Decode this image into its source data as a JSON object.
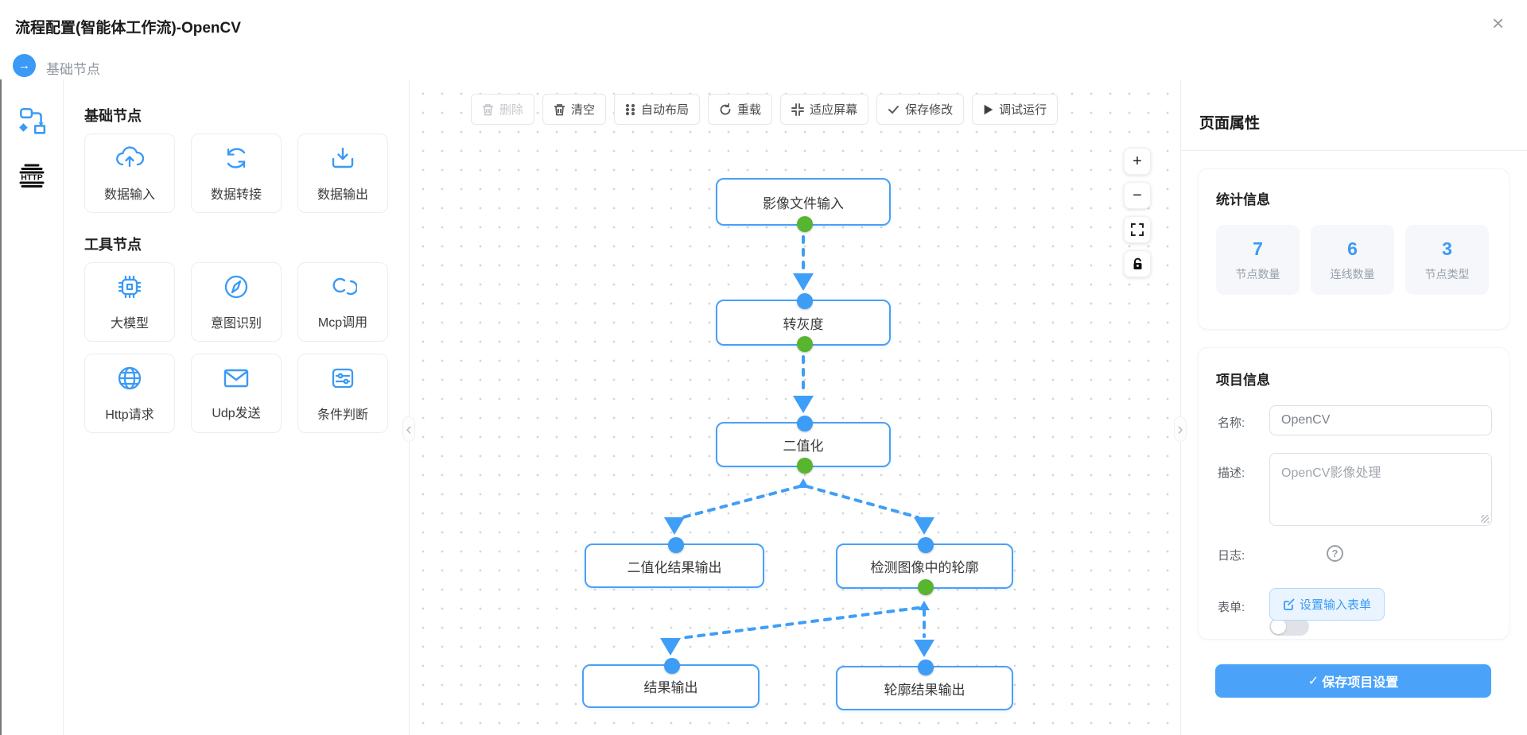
{
  "header": {
    "title": "流程配置(智能体工作流)-OpenCV",
    "close": "×"
  },
  "breadcrumb": {
    "arrow": "→",
    "label": "基础节点"
  },
  "rail": {
    "http_text": "HTTP"
  },
  "palette": {
    "sections": [
      {
        "title": "基础节点",
        "items": [
          {
            "label": "数据输入",
            "icon": "cloud-upload-icon"
          },
          {
            "label": "数据转接",
            "icon": "sync-icon"
          },
          {
            "label": "数据输出",
            "icon": "download-icon"
          }
        ]
      },
      {
        "title": "工具节点",
        "items": [
          {
            "label": "大模型",
            "icon": "chip-icon"
          },
          {
            "label": "意图识别",
            "icon": "compass-icon"
          },
          {
            "label": "Mcp调用",
            "icon": "link-icon"
          },
          {
            "label": "Http请求",
            "icon": "globe-icon"
          },
          {
            "label": "Udp发送",
            "icon": "mail-icon"
          },
          {
            "label": "条件判断",
            "icon": "sliders-icon"
          }
        ]
      }
    ]
  },
  "toolbar": {
    "buttons": [
      {
        "label": "删除",
        "icon": "trash-icon",
        "disabled": true
      },
      {
        "label": "清空",
        "icon": "trash-icon",
        "disabled": false
      },
      {
        "label": "自动布局",
        "icon": "grid-dots-icon",
        "disabled": false
      },
      {
        "label": "重载",
        "icon": "reload-icon",
        "disabled": false
      },
      {
        "label": "适应屏幕",
        "icon": "fit-screen-icon",
        "disabled": false
      },
      {
        "label": "保存修改",
        "icon": "check-icon",
        "disabled": false
      },
      {
        "label": "调试运行",
        "icon": "play-icon",
        "disabled": false
      }
    ]
  },
  "canvas": {
    "zoom_controls": {
      "zoom_in": "+",
      "zoom_out": "−"
    },
    "nodes": [
      {
        "label": "影像文件输入"
      },
      {
        "label": "转灰度"
      },
      {
        "label": "二值化"
      },
      {
        "label": "二值化结果输出"
      },
      {
        "label": "检测图像中的轮廓"
      },
      {
        "label": "结果输出"
      },
      {
        "label": "轮廓结果输出"
      }
    ],
    "edge_color": "#3f9ef7",
    "port_colors": {
      "output": "#57b52f",
      "input": "#3c9cf6"
    }
  },
  "properties": {
    "title": "页面属性",
    "stats": {
      "title": "统计信息",
      "items": [
        {
          "value": "7",
          "label": "节点数量"
        },
        {
          "value": "6",
          "label": "连线数量"
        },
        {
          "value": "3",
          "label": "节点类型"
        }
      ]
    },
    "project": {
      "title": "项目信息",
      "name_label": "名称:",
      "name_value": "OpenCV",
      "desc_label": "描述:",
      "desc_value": "OpenCV影像处理",
      "log_label": "日志:",
      "help": "?",
      "form_label": "表单:",
      "form_button": "设置输入表单",
      "save_check": "✓",
      "save_button": "保存项目设置"
    },
    "accent_color": "#3a9af5"
  }
}
